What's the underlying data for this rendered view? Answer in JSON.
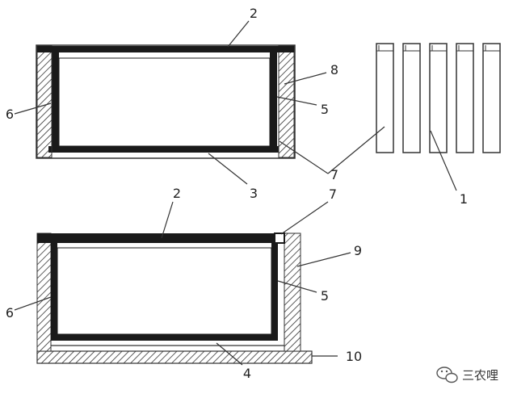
{
  "diagram": {
    "labels": {
      "l1": "1",
      "l2_top": "2",
      "l2_bottom": "2",
      "l3": "3",
      "l4": "4",
      "l5_top": "5",
      "l5_bottom": "5",
      "l6_top": "6",
      "l6_bottom": "6",
      "l7_top": "7",
      "l7_bottom": "7",
      "l8": "8",
      "l9": "9",
      "l10": "10"
    },
    "strip_count": 5
  },
  "watermark": {
    "text": "三农哩",
    "icon": "wechat-icon"
  }
}
